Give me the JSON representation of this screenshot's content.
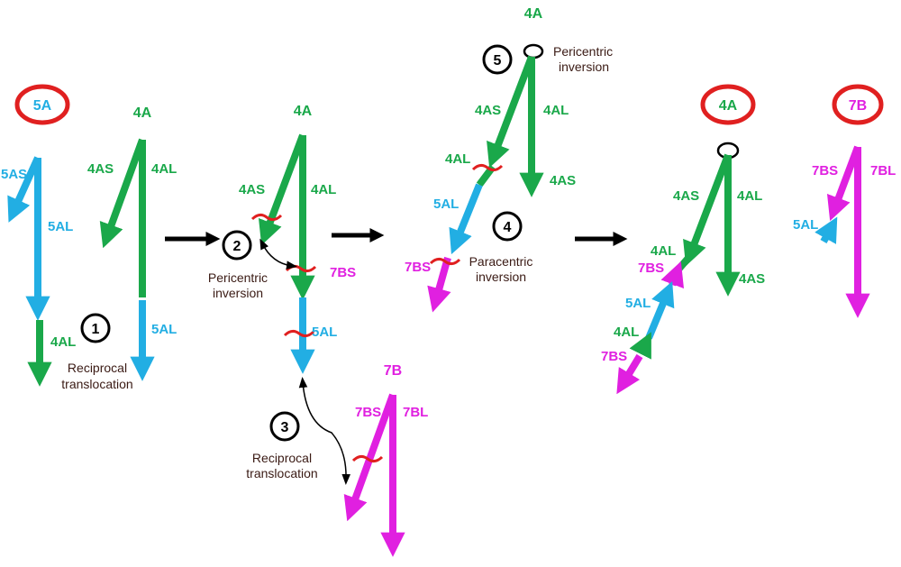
{
  "colors": {
    "chromosome_4A": "#1aa84a",
    "chromosome_5A": "#22aee3",
    "chromosome_7B": "#e020e0",
    "breakpoint": "#e02020",
    "highlight_circle": "#e02020",
    "process_arrow": "#000000"
  },
  "stage1": {
    "chr5A": {
      "name": "5A",
      "short_arm": "5AS",
      "long_arm": "5AL",
      "translocated_arm": "4AL"
    },
    "chr4A": {
      "name": "4A",
      "short_arm": "4AS",
      "long_arm": "4AL",
      "translocated_arm": "5AL"
    },
    "step": {
      "number": "1",
      "line1": "Reciprocal",
      "line2": "translocation"
    }
  },
  "stage2": {
    "chr4A": {
      "name": "4A",
      "short_arm": "4AS",
      "long_arm": "4AL",
      "breakpoint_label": "7BS",
      "translocated_arm": "5AL"
    },
    "step": {
      "number": "2",
      "line1": "Pericentric",
      "line2": "inversion"
    }
  },
  "stage3": {
    "chr7B": {
      "name": "7B",
      "short_arm": "7BS",
      "long_arm": "7BL"
    },
    "step": {
      "number": "3",
      "line1": "Reciprocal",
      "line2": "translocation"
    }
  },
  "stage4": {
    "chr4A": {
      "name": "4A",
      "short_arm": "4AS",
      "long_arm": "4AL",
      "distal_long": "4AS",
      "seg_4al": "4AL",
      "seg_5al": "5AL",
      "seg_7bs": "7BS"
    },
    "step5": {
      "number": "5",
      "line1": "Pericentric",
      "line2": "inversion"
    },
    "step4": {
      "number": "4",
      "line1": "Paracentric",
      "line2": "inversion"
    }
  },
  "final": {
    "chr4A": {
      "name": "4A",
      "short_arm": "4AS",
      "long_arm": "4AL",
      "distal_long": "4AS",
      "seg_4al": "4AL",
      "seg_7bs": "7BS",
      "seg_5al": "5AL",
      "seg_4al_2": "4AL",
      "seg_7bs_2": "7BS"
    },
    "chr7B": {
      "name": "7B",
      "short_arm": "7BS",
      "long_arm": "7BL",
      "seg_5al": "5AL"
    }
  }
}
